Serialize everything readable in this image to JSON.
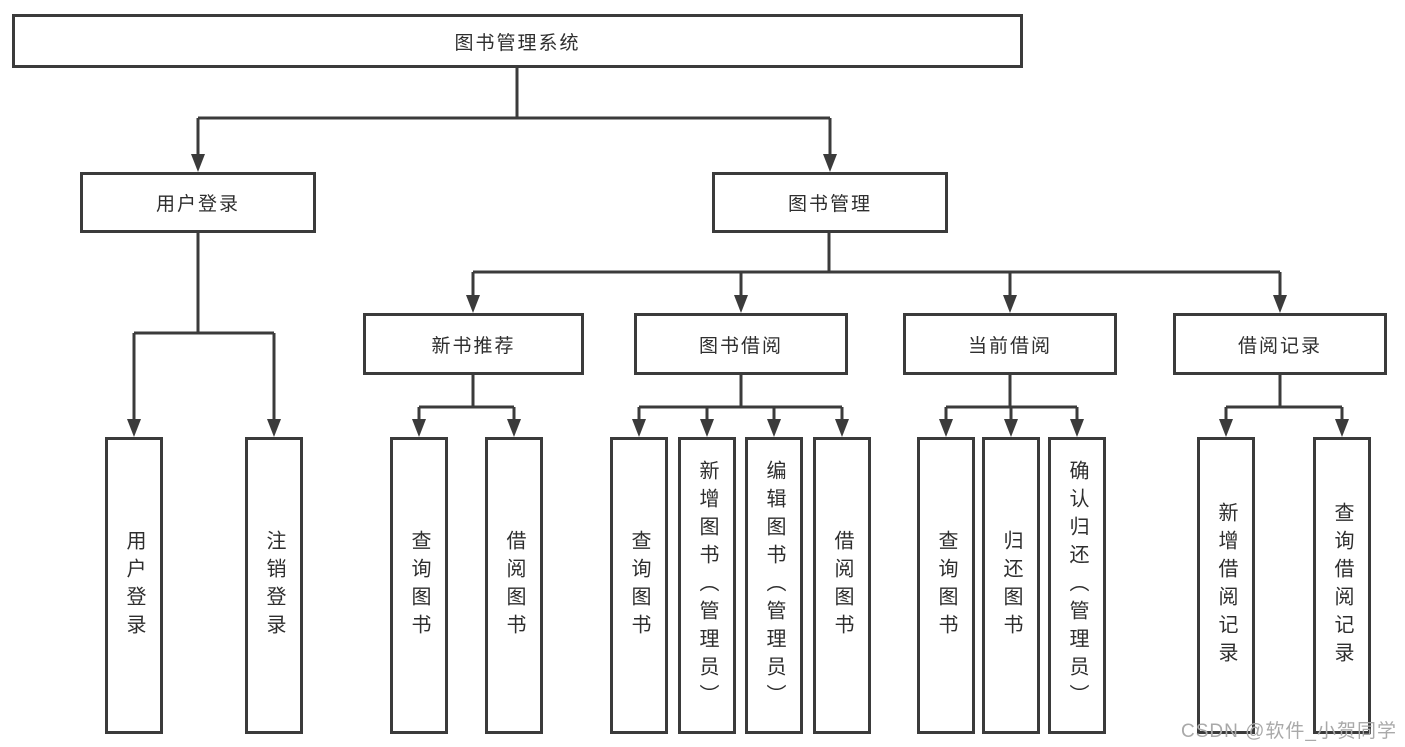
{
  "diagram": {
    "type": "hierarchy-tree",
    "colors": {
      "line": "#3b3b3b",
      "box_border": "#3b3b3b",
      "text": "#2e2e2e",
      "background": "#ffffff",
      "watermark": "#a9a9a9"
    },
    "watermark": "CSDN @软件_小贺同学"
  },
  "nodes": {
    "root": {
      "label": "图书管理系统"
    },
    "l2": [
      {
        "label": "用户登录"
      },
      {
        "label": "图书管理"
      }
    ],
    "l3": [
      {
        "label": "新书推荐",
        "parent": "图书管理"
      },
      {
        "label": "图书借阅",
        "parent": "图书管理"
      },
      {
        "label": "当前借阅",
        "parent": "图书管理"
      },
      {
        "label": "借阅记录",
        "parent": "图书管理"
      }
    ],
    "leaf": [
      {
        "label": "用户登录",
        "parent": "用户登录"
      },
      {
        "label": "注销登录",
        "parent": "用户登录"
      },
      {
        "label": "查询图书",
        "parent": "新书推荐"
      },
      {
        "label": "借阅图书",
        "parent": "新书推荐"
      },
      {
        "label": "查询图书",
        "parent": "图书借阅"
      },
      {
        "label": "新增图书（管理员）",
        "parent": "图书借阅"
      },
      {
        "label": "编辑图书（管理员）",
        "parent": "图书借阅"
      },
      {
        "label": "借阅图书",
        "parent": "图书借阅"
      },
      {
        "label": "查询图书",
        "parent": "当前借阅"
      },
      {
        "label": "归还图书",
        "parent": "当前借阅"
      },
      {
        "label": "确认归还（管理员）",
        "parent": "当前借阅"
      },
      {
        "label": "新增借阅记录",
        "parent": "借阅记录"
      },
      {
        "label": "查询借阅记录",
        "parent": "借阅记录"
      }
    ]
  }
}
